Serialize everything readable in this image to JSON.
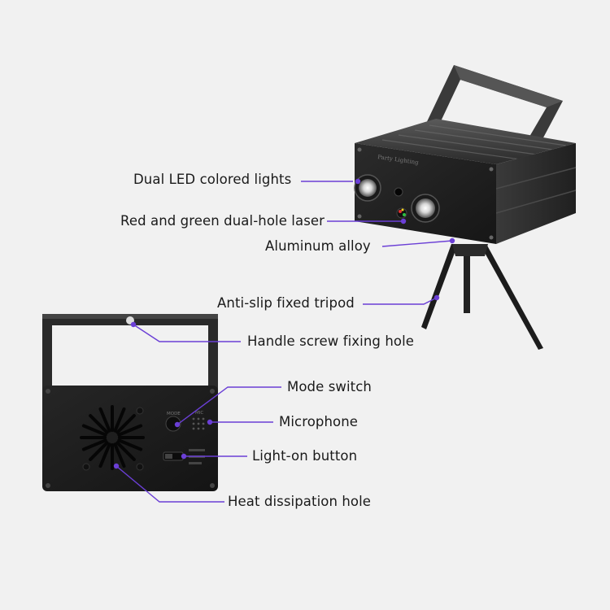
{
  "labels": {
    "dual_led": "Dual LED colored lights",
    "laser": "Red and green dual-hole laser",
    "aluminum": "Aluminum alloy",
    "tripod": "Anti-slip fixed tripod",
    "handle_screw": "Handle screw fixing hole",
    "mode_switch": "Mode switch",
    "microphone": "Microphone",
    "light_on": "Light-on button",
    "heat": "Heat dissipation hole"
  },
  "panel_text": {
    "mode": "MODE",
    "mic": "MIC"
  },
  "colors": {
    "background": "#f1f1f1",
    "leader_line": "#6b3fd6",
    "device_body": "#2a2a2a"
  }
}
